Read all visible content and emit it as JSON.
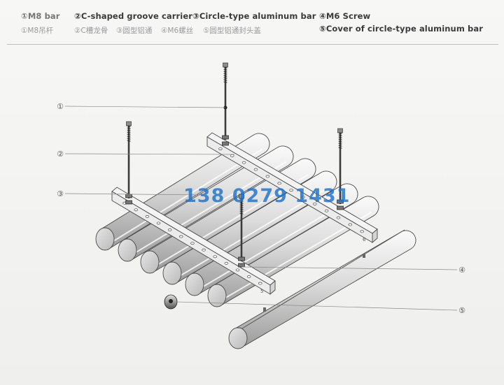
{
  "legend": {
    "row1": [
      "①M8 bar",
      "②C-shaped groove carrier",
      "③Circle-type aluminum bar",
      "④M6 Screw"
    ],
    "row2": [
      "①M8吊杆",
      "②C槽龙骨",
      "③圆型铝通",
      "④M6螺丝",
      "⑤圆型铝通封头盖",
      "⑤Cover of circle-type aluminum bar"
    ]
  },
  "callouts": [
    "①",
    "②",
    "③",
    "④",
    "⑤"
  ],
  "watermark": "138 0279 1431",
  "carrier_marks": [
    "6",
    "5"
  ],
  "colors": {
    "line": "#4a4a4a",
    "callout_line": "#8a8a8a",
    "watermark": "#1e73c9",
    "background": "#f3f3f1"
  }
}
